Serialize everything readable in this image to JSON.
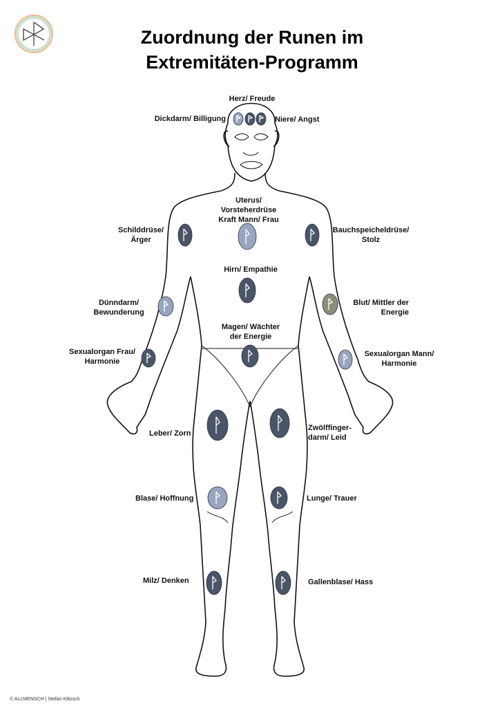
{
  "title_line1": "Zuordnung der Runen im",
  "title_line2": "Extremitäten-Programm",
  "labels": {
    "herz": "Herz/ Freude",
    "dickdarm": "Dickdarm/ Billigung",
    "niere": "Niere/ Angst",
    "uterus1": "Uterus/",
    "uterus2": "Vorsteherdrüse",
    "uterus3": "Kraft Mann/ Frau",
    "schild1": "Schilddrüse/",
    "schild2": "Ärger",
    "bauch1": "Bauchspeicheldrüse/",
    "bauch2": "Stolz",
    "hirn": "Hirn/ Empathie",
    "duenn1": "Dünndarm/",
    "duenn2": "Bewunderung",
    "blut1": "Blut/ Mittler der",
    "blut2": "Energie",
    "magen1": "Magen/ Wächter",
    "magen2": "der Energie",
    "sexf1": "Sexualorgan Frau/",
    "sexf2": "Harmonie",
    "sexm1": "Sexualorgan Mann/",
    "sexm2": "Harmonie",
    "leber": "Leber/ Zorn",
    "zwoelf1": "Zwölffinger-",
    "zwoelf2": "darm/ Leid",
    "blase": "Blase/ Hoffnung",
    "lunge": "Lunge/ Trauer",
    "milz": "Milz/ Denken",
    "galle": "Gallenblase/ Hass"
  },
  "footer": "© ALLMENSCH | Stefan Klitzsch",
  "colors": {
    "stone_dark": "#4a5568",
    "stone_light": "#9aa5c0",
    "line": "#111111"
  }
}
